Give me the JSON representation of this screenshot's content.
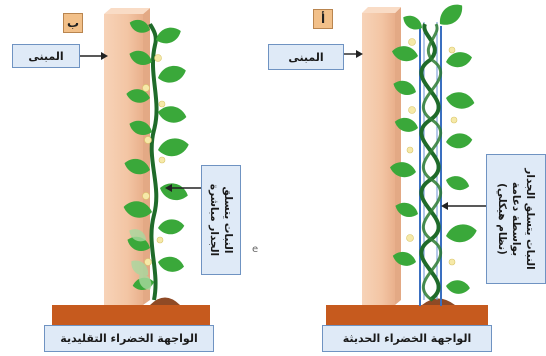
{
  "panels": {
    "left": {
      "letter": "ب",
      "structure_label": "المبنى",
      "plant_label": "النبات يتسلق\nالجدار مباشرة",
      "caption": "الواجهة الخضراء التقليدية"
    },
    "right": {
      "letter": "أ",
      "structure_label": "المبنى",
      "plant_label": "النبات يتسلق الجدار\nبواسطة دعامة\n(نظام هيكلي)",
      "caption": "الواجهة الخضراء الحديثة"
    }
  },
  "stray_text": "e",
  "colors": {
    "wall": "#f3c7a8",
    "soil": "#c65a1e",
    "stem": "#1f6b2a",
    "leaf": "#3aa83a",
    "trellis": "#3a6fc0",
    "flower": "#f6e9a8",
    "label_fill": "#dfeaf7"
  }
}
